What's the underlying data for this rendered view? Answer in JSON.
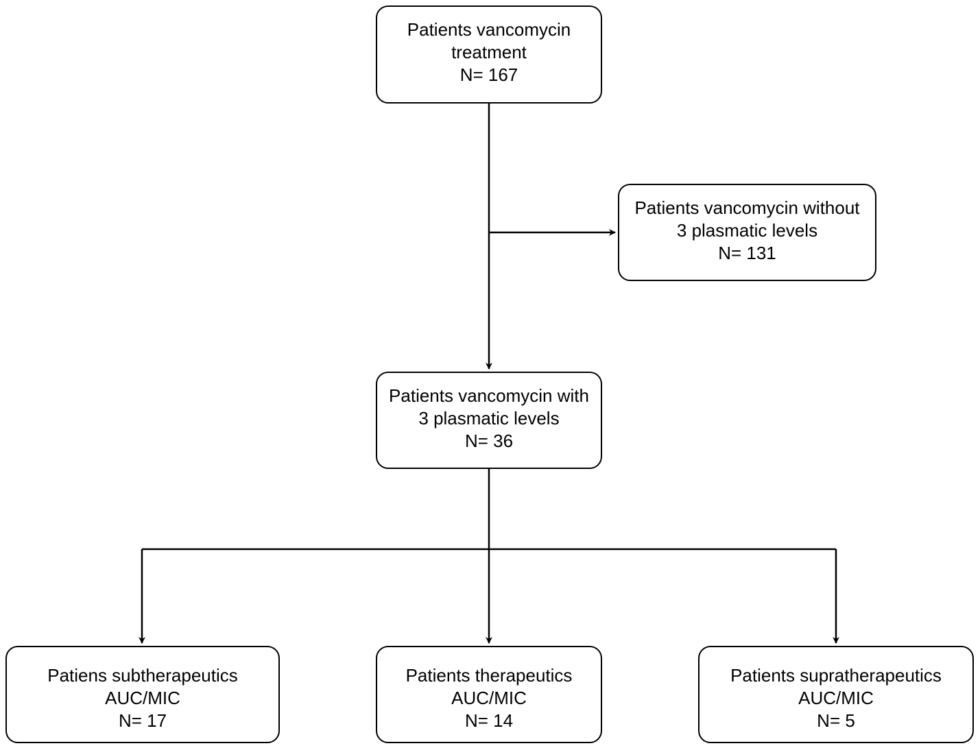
{
  "diagram": {
    "type": "flowchart",
    "nodes": {
      "total": {
        "lines": [
          "Patients vancomycin",
          "treatment"
        ],
        "count": "N= 167"
      },
      "without_levels": {
        "lines": [
          "Patients vancomycin without",
          "3 plasmatic levels"
        ],
        "count": "N= 131"
      },
      "with_levels": {
        "lines": [
          "Patients vancomycin with",
          "3 plasmatic levels"
        ],
        "count": "N= 36"
      },
      "subtherapeutic": {
        "lines": [
          "Patiens subtherapeutics",
          "AUC/MIC"
        ],
        "count": "N= 17"
      },
      "therapeutic": {
        "lines": [
          "Patients therapeutics",
          "AUC/MIC"
        ],
        "count": "N= 14"
      },
      "supratherapeutic": {
        "lines": [
          "Patients supratherapeutics",
          "AUC/MIC"
        ],
        "count": "N= 5"
      }
    },
    "edges": [
      {
        "from": "total",
        "to": "with_levels"
      },
      {
        "from": "total",
        "to": "without_levels"
      },
      {
        "from": "with_levels",
        "to": "subtherapeutic"
      },
      {
        "from": "with_levels",
        "to": "therapeutic"
      },
      {
        "from": "with_levels",
        "to": "supratherapeutic"
      }
    ],
    "colors": {
      "line": "#000000",
      "box_border": "#000000",
      "box_fill": "#ffffff",
      "text": "#000000"
    }
  }
}
